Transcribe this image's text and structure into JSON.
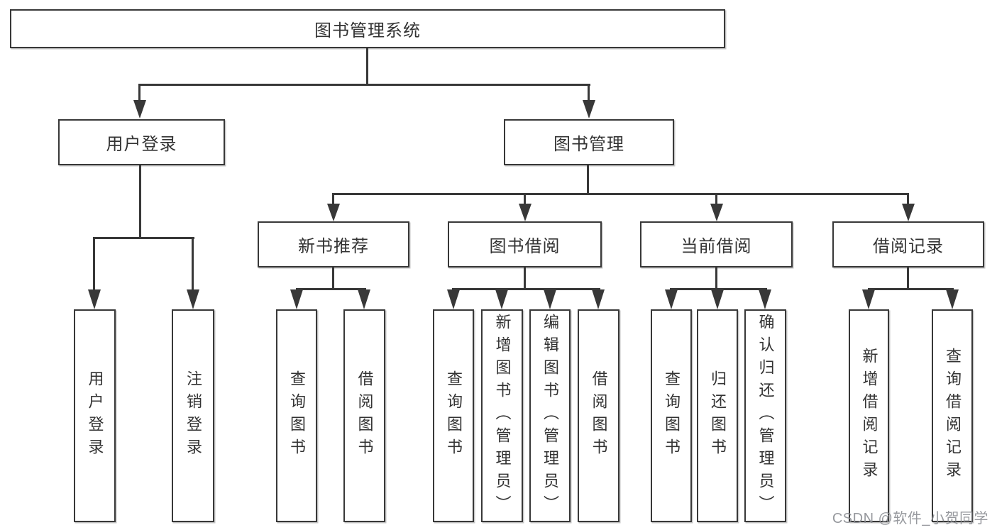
{
  "diagram": {
    "title": "图书管理系统",
    "branches": [
      {
        "label": "用户登录",
        "children": [
          {
            "label": "用户登录"
          },
          {
            "label": "注销登录"
          }
        ]
      },
      {
        "label": "图书管理",
        "children": [
          {
            "label": "新书推荐",
            "children": [
              {
                "label": "查询图书"
              },
              {
                "label": "借阅图书"
              }
            ]
          },
          {
            "label": "图书借阅",
            "children": [
              {
                "label": "查询图书"
              },
              {
                "label": "新增图书（管理员）"
              },
              {
                "label": "编辑图书（管理员）"
              },
              {
                "label": "借阅图书"
              }
            ]
          },
          {
            "label": "当前借阅",
            "children": [
              {
                "label": "查询图书"
              },
              {
                "label": "归还图书"
              },
              {
                "label": "确认归还（管理员）"
              }
            ]
          },
          {
            "label": "借阅记录",
            "children": [
              {
                "label": "新增借阅记录"
              },
              {
                "label": "查询借阅记录"
              }
            ]
          }
        ]
      }
    ]
  },
  "watermark": {
    "text": "CSDN @软件_小贺同学"
  },
  "colors": {
    "line": "#383838",
    "text": "#333333",
    "background": "#ffffff",
    "watermark": "#8c8e94"
  }
}
